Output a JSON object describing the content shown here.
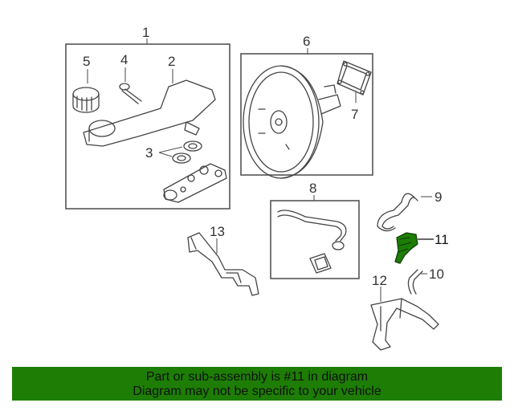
{
  "callouts": {
    "c1": "1",
    "c2": "2",
    "c3": "3",
    "c4": "4",
    "c5": "5",
    "c6": "6",
    "c7": "7",
    "c8": "8",
    "c9": "9",
    "c10": "10",
    "c11": "11",
    "c12": "12",
    "c13": "13"
  },
  "highlight_color": "#1d7d04",
  "banner": {
    "line1": "Part or sub-assembly is #11 in diagram",
    "line2": "Diagram may not be specific to your vehicle"
  }
}
